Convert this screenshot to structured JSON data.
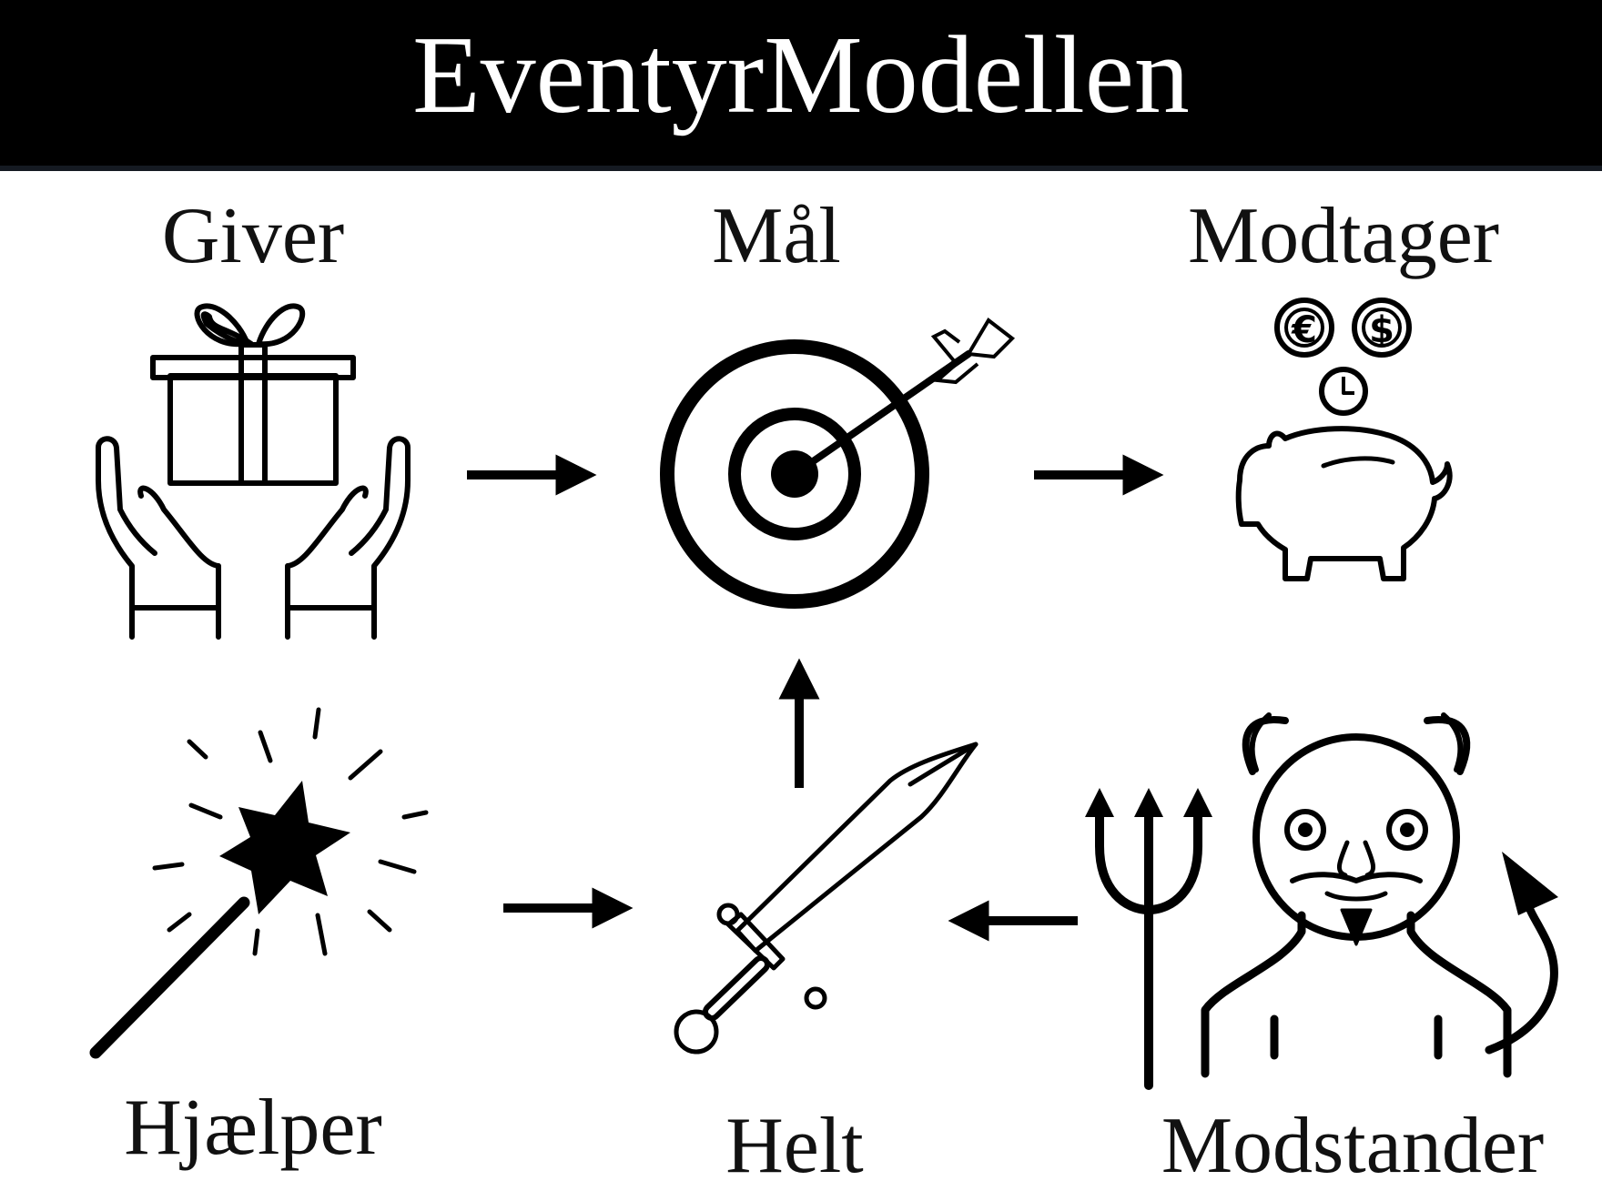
{
  "title": "EventyrModellen",
  "nodes": {
    "giver": "Giver",
    "maal": "Mål",
    "modtager": "Modtager",
    "hjaelper": "Hjælper",
    "helt": "Helt",
    "modstander": "Modstander"
  },
  "icons": {
    "giver": "gift-in-hands-icon",
    "maal": "target-with-arrow-icon",
    "modtager": "piggy-bank-with-coins-icon",
    "hjaelper": "magic-wand-icon",
    "helt": "sword-icon",
    "modstander": "devil-with-trident-icon"
  },
  "coins": [
    "€",
    "$"
  ],
  "edges": [
    {
      "from": "Giver",
      "to": "Mål"
    },
    {
      "from": "Mål",
      "to": "Modtager"
    },
    {
      "from": "Hjælper",
      "to": "Helt"
    },
    {
      "from": "Helt",
      "to": "Mål"
    },
    {
      "from": "Modstander",
      "to": "Helt"
    }
  ],
  "colors": {
    "header_bg": "#000000",
    "title": "#ffffff",
    "ink": "#000000"
  }
}
